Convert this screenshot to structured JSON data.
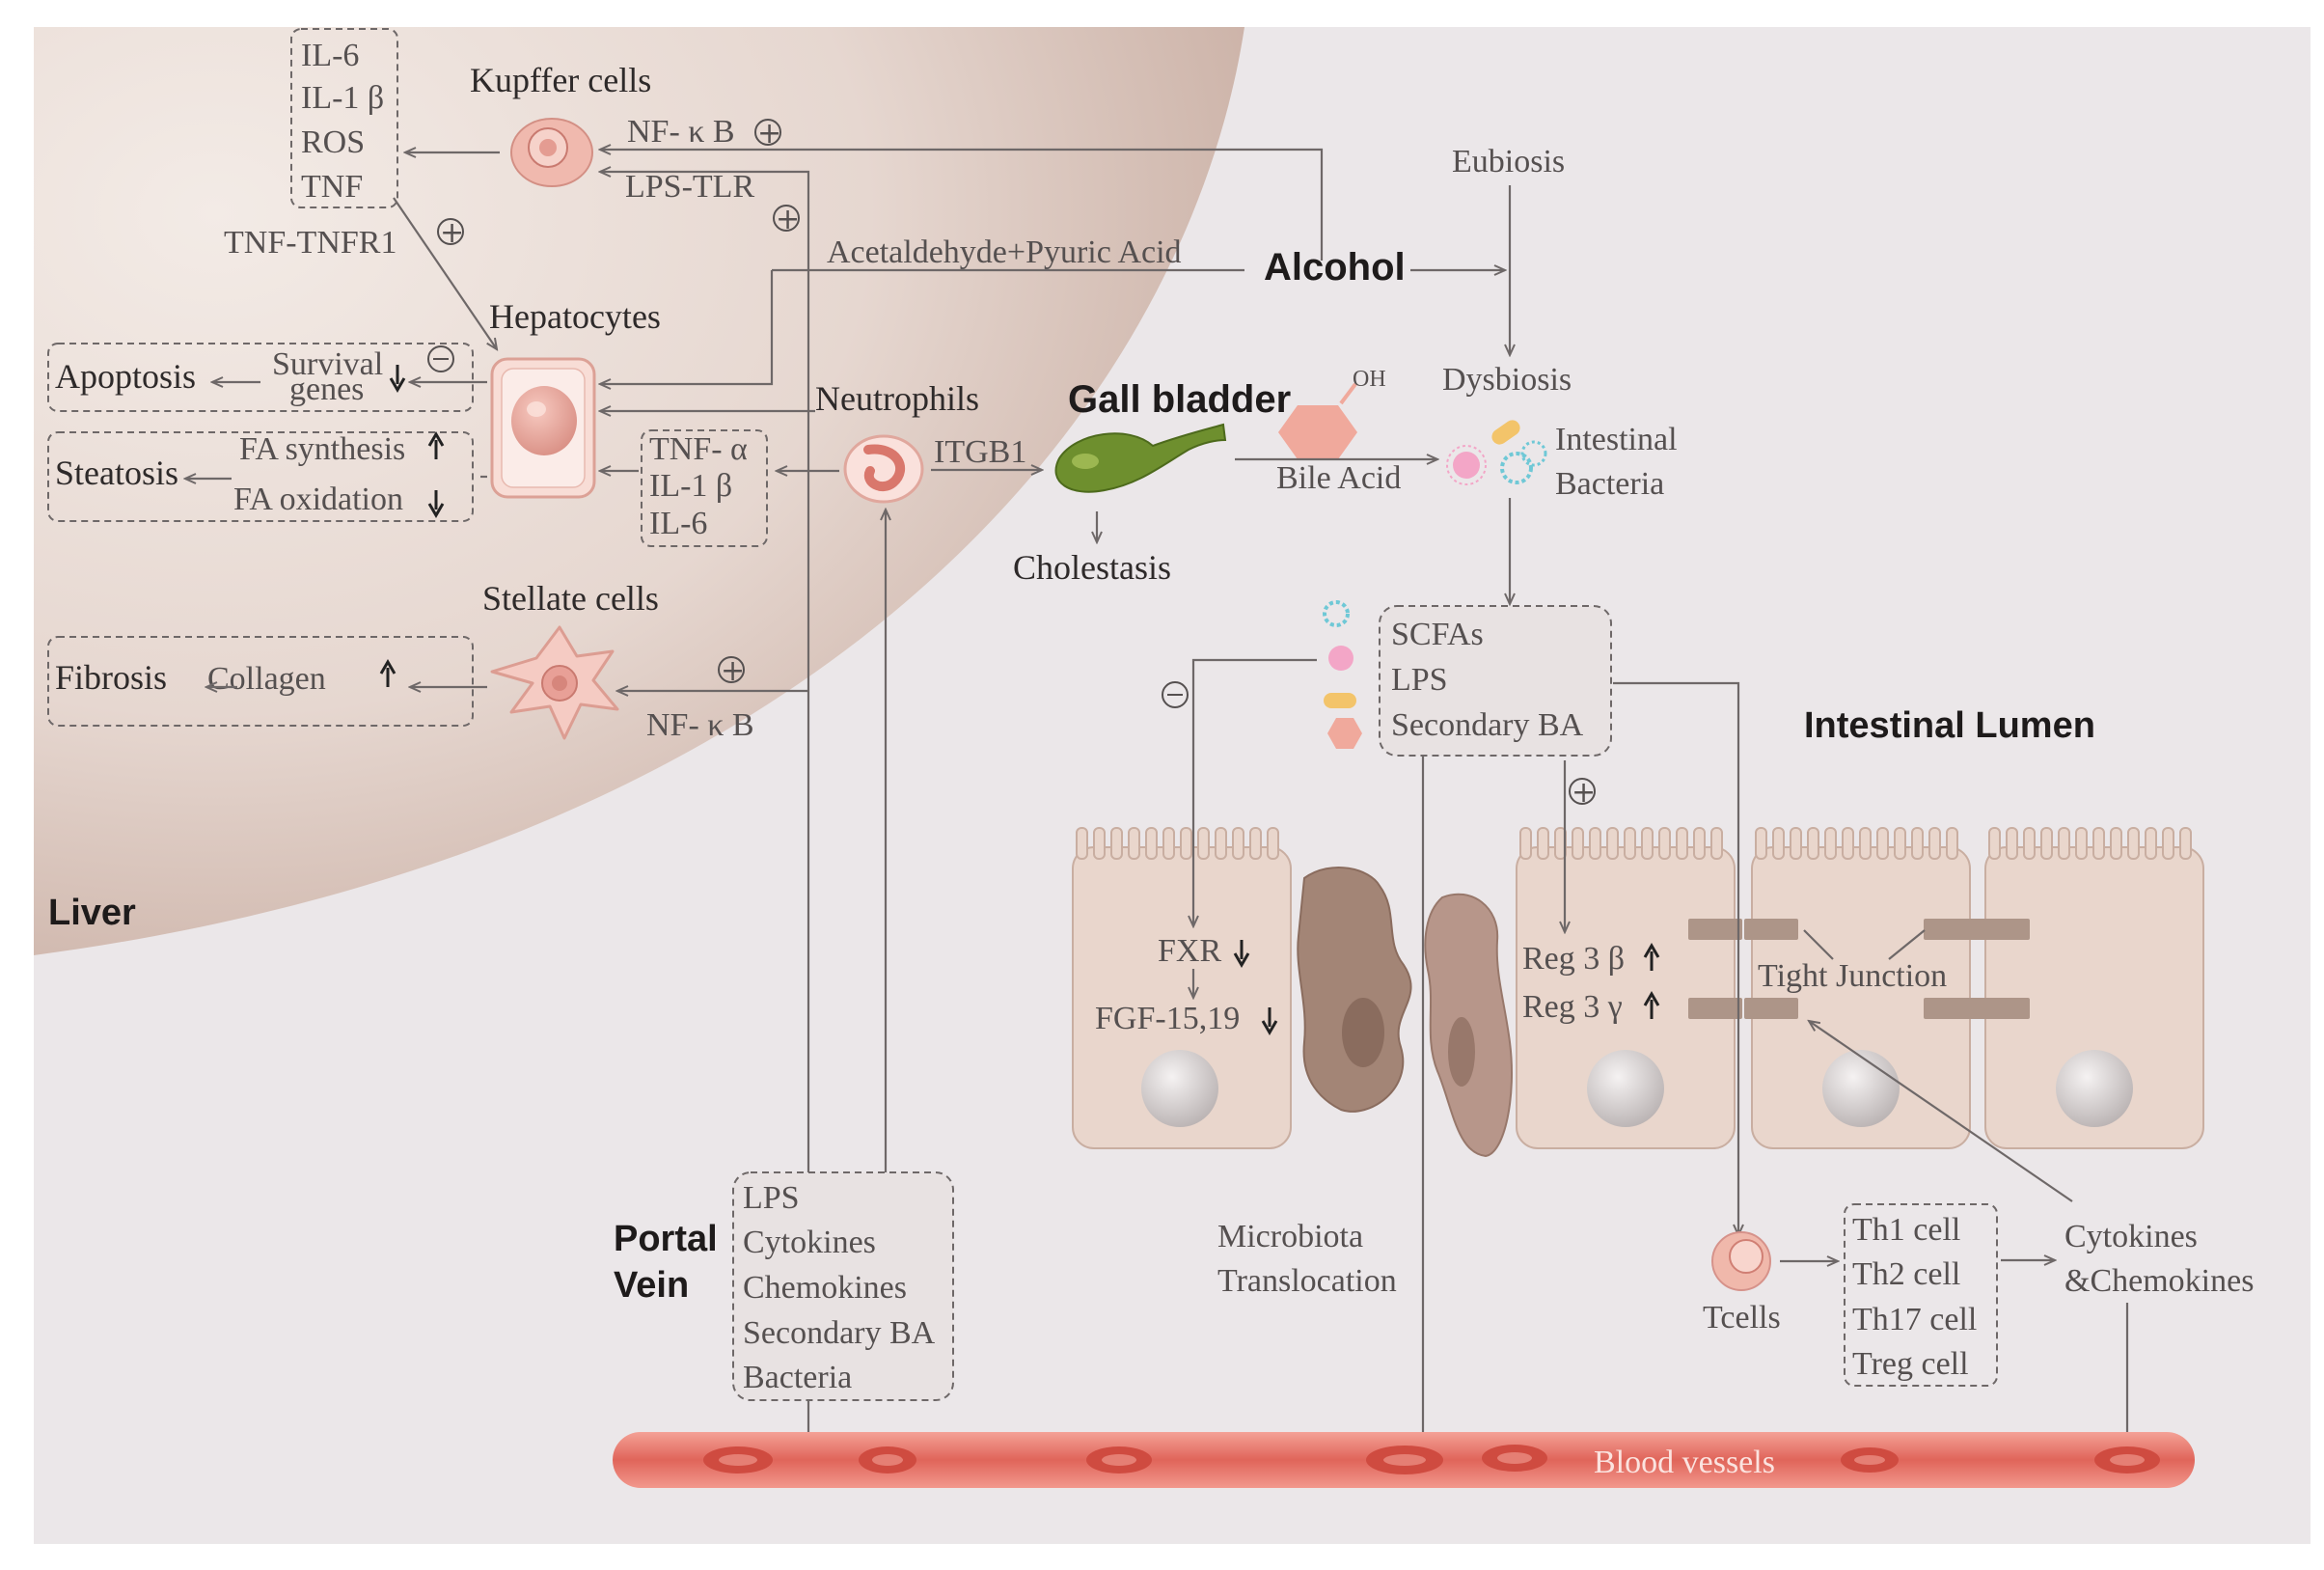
{
  "liver": {
    "region_label": "Liver",
    "kupffer": {
      "title": "Kupffer cells",
      "products": [
        "IL-6",
        "IL-1 β",
        "ROS",
        "TNF"
      ],
      "nfkb_label": "NF- κ B",
      "lps_tlr_label": "LPS-TLR",
      "tnf_receptor_label": "TNF-TNFR1"
    },
    "hepatocytes": {
      "title": "Hepatocytes",
      "acetaldehyde_label": "Acetaldehyde+Pyuric Acid",
      "apoptosis": {
        "label": "Apoptosis",
        "survival": "Survival",
        "genes": "genes"
      },
      "steatosis": {
        "label": "Steatosis",
        "fa_synthesis": "FA synthesis",
        "fa_oxidation": "FA oxidation"
      }
    },
    "neutrophils": {
      "title": "Neutrophils",
      "cytokines": [
        "TNF- α",
        "IL-1 β",
        "IL-6"
      ],
      "integrin_label": "ITGB1"
    },
    "stellate": {
      "title": "Stellate cells",
      "fibrosis_label": "Fibrosis",
      "collagen_label": "Collagen",
      "nfkb_label": "NF- κ B"
    }
  },
  "alcohol_label": "Alcohol",
  "gallbladder": {
    "title": "Gall bladder",
    "cholestasis_label": "Cholestasis",
    "bile_acid_label": "Bile Acid",
    "oh_label": "OH"
  },
  "microbiome": {
    "eubiosis_label": "Eubiosis",
    "dysbiosis_label": "Dysbiosis",
    "intestinal_bacteria": [
      "Intestinal",
      "Bacteria"
    ],
    "metabolites": [
      "SCFAs",
      "LPS",
      "Secondary BA"
    ]
  },
  "intestine": {
    "region_label": "Intestinal Lumen",
    "fxr_label": "FXR",
    "fgf_label": "FGF-15,19",
    "reg3b_label": "Reg 3 β",
    "reg3g_label": "Reg 3 γ",
    "tight_junction_label": "Tight Junction"
  },
  "portal_vein": {
    "label_line1": "Portal",
    "label_line2": "Vein",
    "contents": [
      "LPS",
      "Cytokines",
      "Chemokines",
      "Secondary BA",
      "Bacteria"
    ]
  },
  "microbiota_translocation": [
    "Microbiota",
    "Translocation"
  ],
  "immune": {
    "tcells_label": "Tcells",
    "t_subsets": [
      "Th1 cell",
      "Th2 cell",
      "Th17 cell",
      "Treg cell"
    ],
    "cytokines_chemokines": [
      "Cytokines",
      "&Chemokines"
    ]
  },
  "blood_vessels_label": "Blood vessels",
  "colors": {
    "liver_fill": "#d9c7bf",
    "background_fill": "#ebe7e9",
    "vessel_fill": "#e06a5e",
    "epithelium_fill": "#e9d6cc",
    "immune_cell_fill": "#8f7466",
    "gallbladder_fill": "#6e8f2e"
  }
}
